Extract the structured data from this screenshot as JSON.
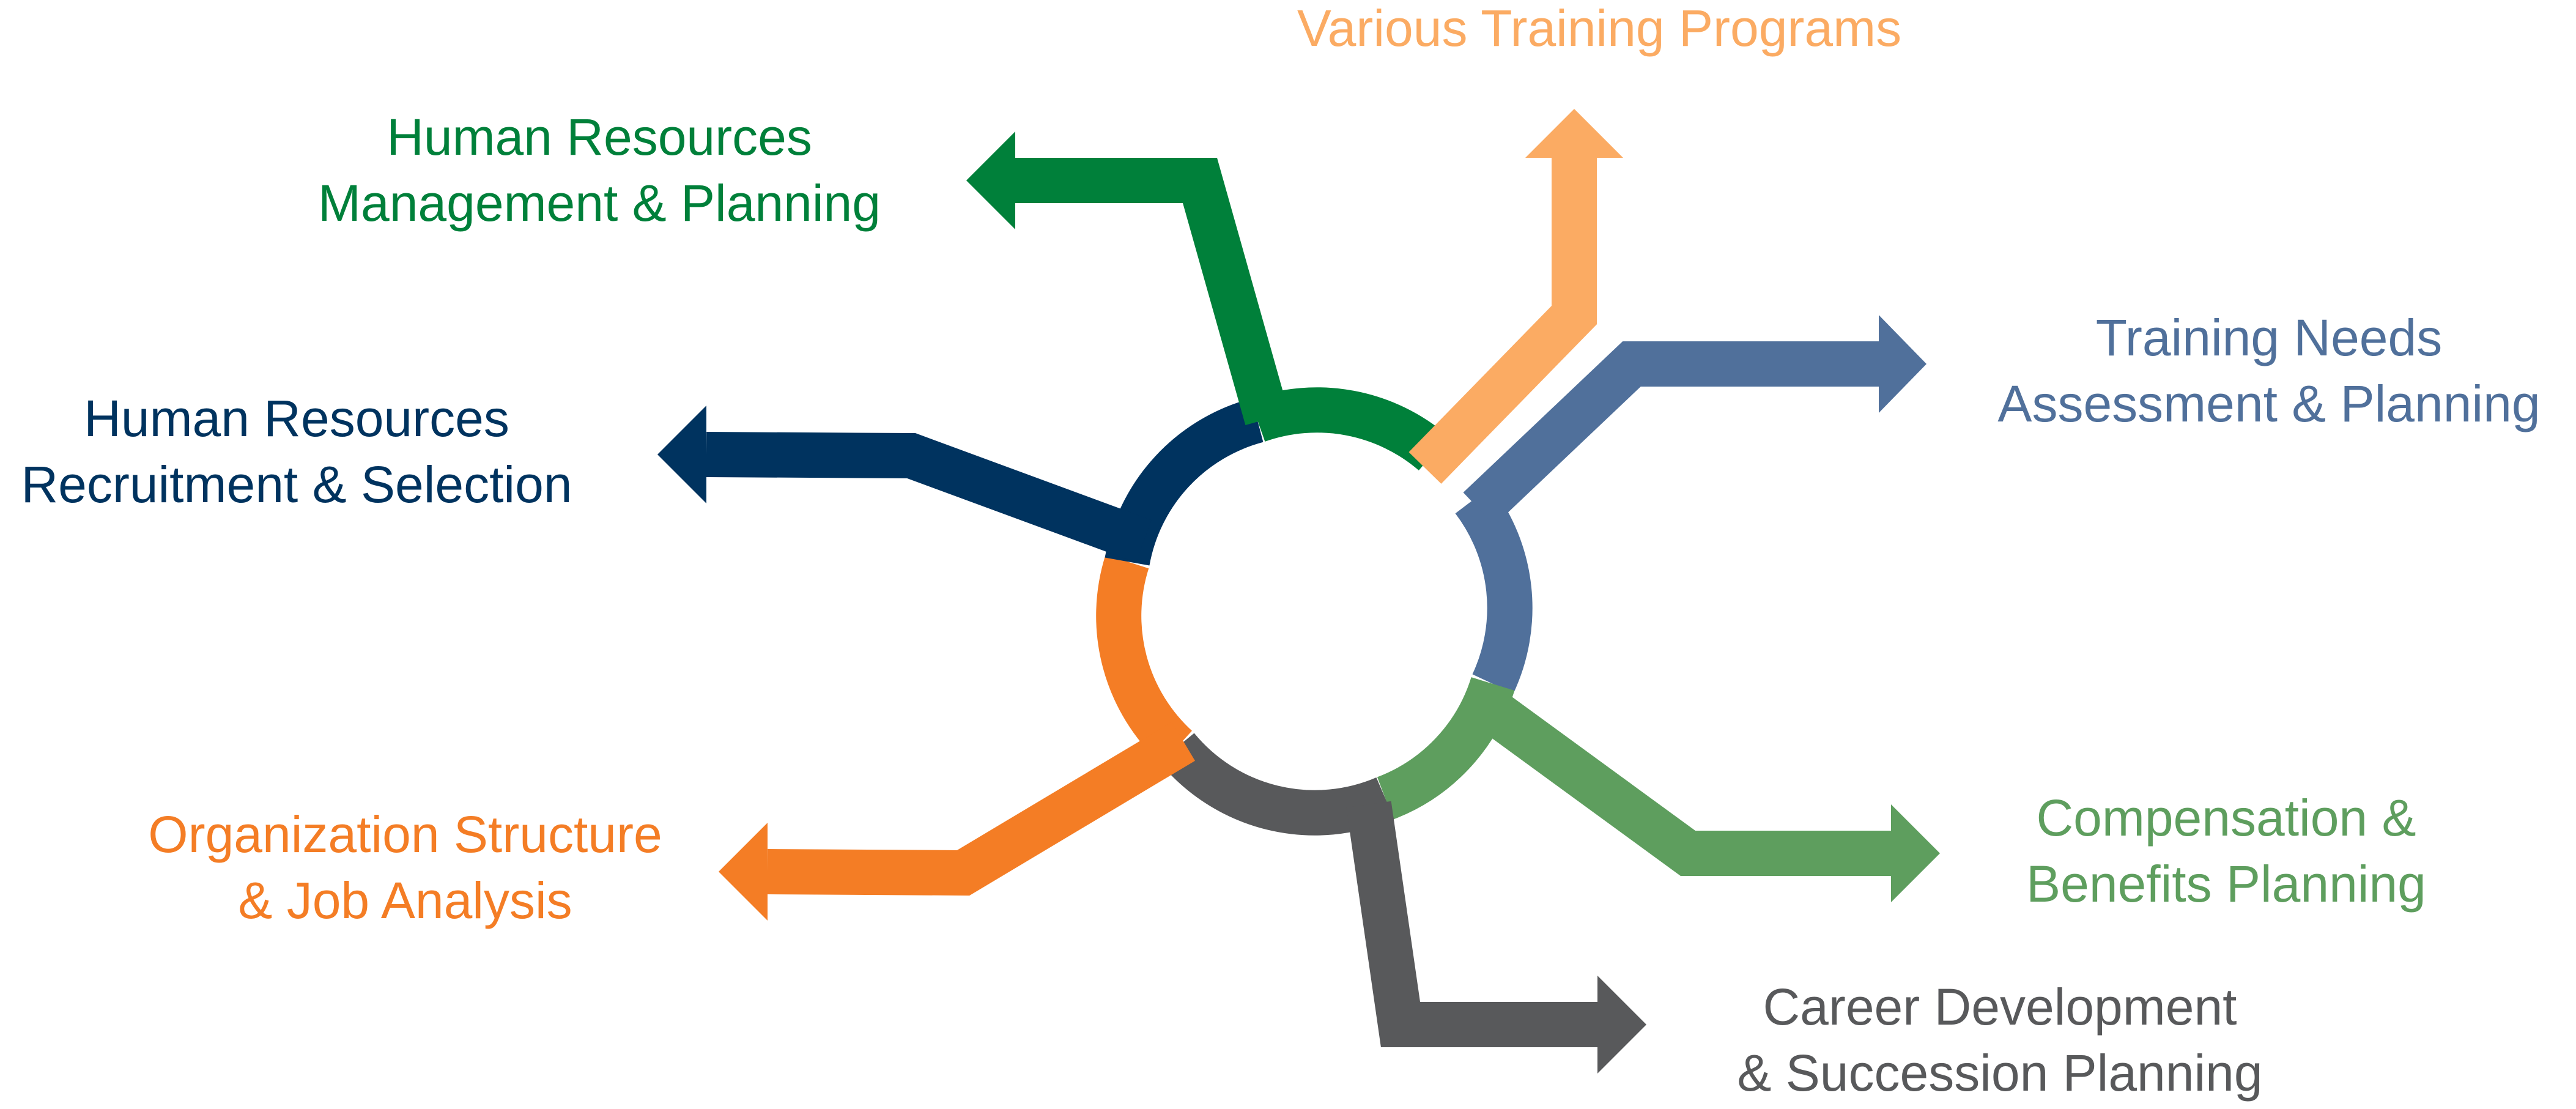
{
  "colors": {
    "green": "#00803a",
    "peach": "#fbab63",
    "steel": "#50709b",
    "light_green": "#5e9e5e",
    "gray": "#58595b",
    "orange": "#f47d25",
    "navy": "#00335f"
  },
  "labels": {
    "training_programs": {
      "line1": "Various Training Programs"
    },
    "hr_management": {
      "line1": "Human Resources",
      "line2": "Management & Planning"
    },
    "training_needs": {
      "line1": "Training Needs",
      "line2": "Assessment & Planning"
    },
    "hr_recruitment": {
      "line1": "Human Resources",
      "line2": "Recruitment & Selection"
    },
    "compensation": {
      "line1": "Compensation &",
      "line2": "Benefits Planning"
    },
    "org_structure": {
      "line1": "Organization Structure",
      "line2": "& Job Analysis"
    },
    "career": {
      "line1": "Career Development",
      "line2": "& Succession Planning"
    }
  }
}
